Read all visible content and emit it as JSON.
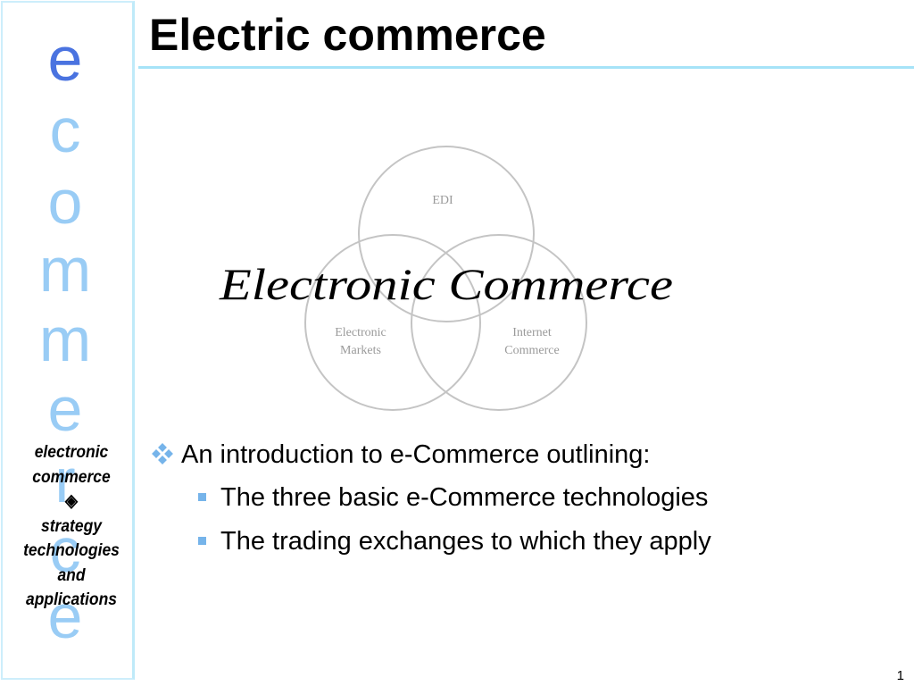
{
  "sidebar": {
    "vertical_letters": [
      "e",
      "c",
      "o",
      "m",
      "m",
      "e",
      "r",
      "c",
      "e"
    ],
    "caption_line1": "electronic",
    "caption_line2": "commerce",
    "caption_symbol": "◈",
    "caption_line3": "strategy",
    "caption_line4": "technologies",
    "caption_line5": "and",
    "caption_line6": "applications"
  },
  "slide": {
    "title": "Electric commerce",
    "page_number": "1"
  },
  "diagram": {
    "center_text": "Electronic Commerce",
    "circles": [
      {
        "label_lines": [
          "EDI"
        ]
      },
      {
        "label_lines": [
          "Electronic",
          "Markets"
        ]
      },
      {
        "label_lines": [
          "Internet",
          "Commerce"
        ]
      }
    ]
  },
  "bullets": {
    "main": "An introduction to e-Commerce outlining:",
    "sub": [
      "The three basic e-Commerce technologies",
      "The trading exchanges to which they apply"
    ]
  },
  "colors": {
    "sidebar_letter": "#99ccf5",
    "sidebar_first_letter": "#4a73e0",
    "title_rule": "#a6e3f8",
    "bullet_marker": "#76b4ea",
    "venn_stroke": "#c4c4c4"
  }
}
